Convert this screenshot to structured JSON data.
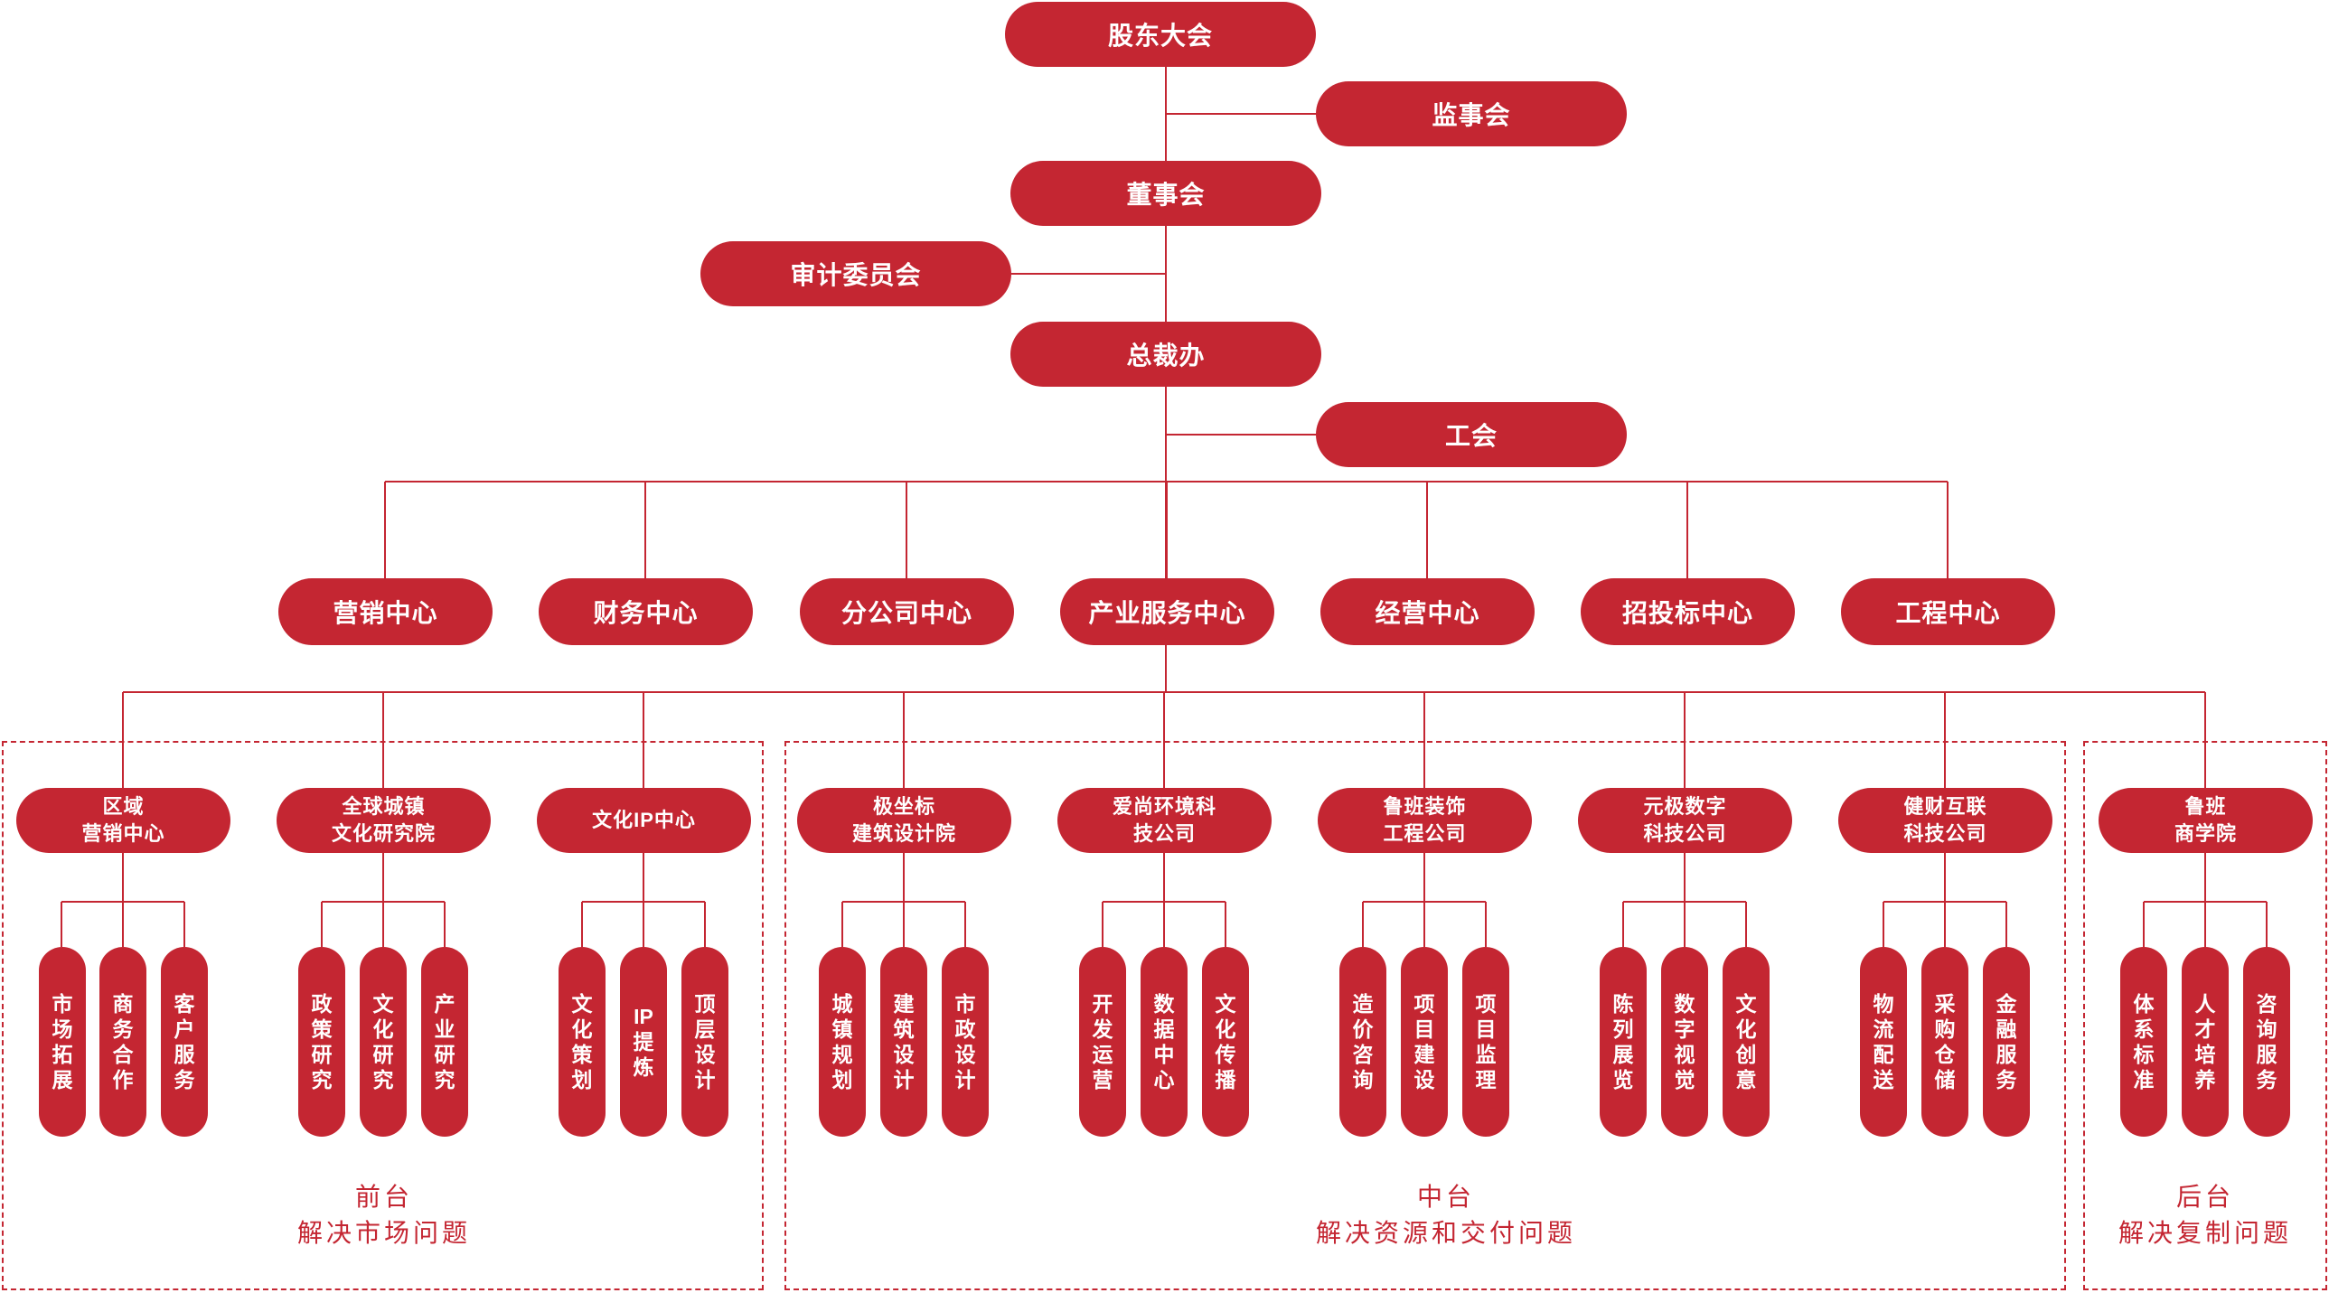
{
  "colors": {
    "accent": "#c42632",
    "background": "#ffffff"
  },
  "top": {
    "shareholders": "股东大会",
    "supervisors": "监事会",
    "board": "董事会",
    "audit": "审计委员会",
    "president": "总裁办",
    "union": "工会"
  },
  "centers": [
    "营销中心",
    "财务中心",
    "分公司中心",
    "产业服务中心",
    "经营中心",
    "招投标中心",
    "工程中心"
  ],
  "units": [
    {
      "name": "区域\n营销中心",
      "items": [
        "市场拓展",
        "商务合作",
        "客户服务"
      ]
    },
    {
      "name": "全球城镇\n文化研究院",
      "items": [
        "政策研究",
        "文化研究",
        "产业研究"
      ]
    },
    {
      "name": "文化IP中心",
      "items": [
        "文化策划",
        "IP提炼",
        "顶层设计"
      ]
    },
    {
      "name": "极坐标\n建筑设计院",
      "items": [
        "城镇规划",
        "建筑设计",
        "市政设计"
      ]
    },
    {
      "name": "爱尚环境科\n技公司",
      "items": [
        "开发运营",
        "数据中心",
        "文化传播"
      ]
    },
    {
      "name": "鲁班装饰\n工程公司",
      "items": [
        "造价咨询",
        "项目建设",
        "项目监理"
      ]
    },
    {
      "name": "元极数字\n科技公司",
      "items": [
        "陈列展览",
        "数字视觉",
        "文化创意"
      ]
    },
    {
      "name": "健财互联\n科技公司",
      "items": [
        "物流配送",
        "采购仓储",
        "金融服务"
      ]
    },
    {
      "name": "鲁班\n商学院",
      "items": [
        "体系标准",
        "人才培养",
        "咨询服务"
      ]
    }
  ],
  "regions": [
    {
      "title": "前台",
      "subtitle": "解决市场问题"
    },
    {
      "title": "中台",
      "subtitle": "解决资源和交付问题"
    },
    {
      "title": "后台",
      "subtitle": "解决复制问题"
    }
  ]
}
